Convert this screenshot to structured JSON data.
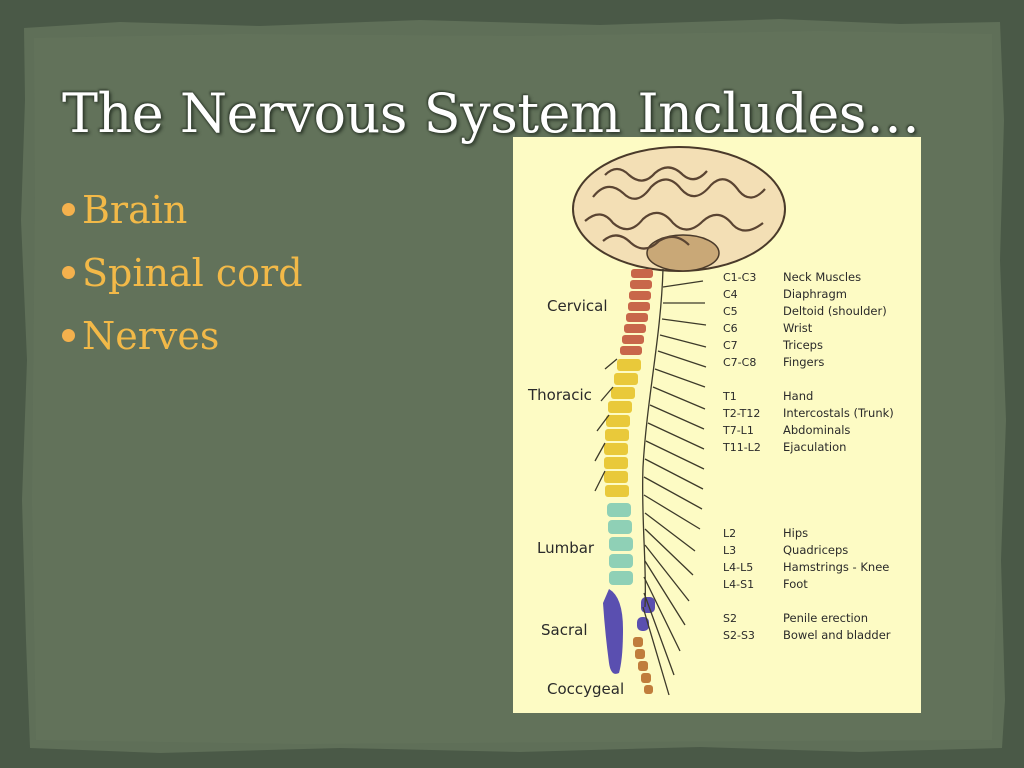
{
  "slide": {
    "title": "The Nervous System Includes…",
    "bullets": [
      "Brain",
      "Spinal cord",
      "Nerves"
    ]
  },
  "diagram": {
    "regions": [
      "Cervical",
      "Thoracic",
      "Lumbar",
      "Sacral",
      "Coccygeal"
    ],
    "innervation": [
      {
        "level": "C1-C3",
        "target": "Neck Muscles"
      },
      {
        "level": "C4",
        "target": "Diaphragm"
      },
      {
        "level": "C5",
        "target": "Deltoid (shoulder)"
      },
      {
        "level": "C6",
        "target": "Wrist"
      },
      {
        "level": "C7",
        "target": "Triceps"
      },
      {
        "level": "C7-C8",
        "target": "Fingers"
      },
      {
        "level": "T1",
        "target": "Hand"
      },
      {
        "level": "T2-T12",
        "target": "Intercostals (Trunk)"
      },
      {
        "level": "T7-L1",
        "target": "Abdominals"
      },
      {
        "level": "T11-L2",
        "target": "Ejaculation"
      },
      {
        "level": "L2",
        "target": "Hips"
      },
      {
        "level": "L3",
        "target": "Quadriceps"
      },
      {
        "level": "L4-L5",
        "target": "Hamstrings - Knee"
      },
      {
        "level": "L4-S1",
        "target": "Foot"
      },
      {
        "level": "S2",
        "target": "Penile erection"
      },
      {
        "level": "S2-S3",
        "target": "Bowel and bladder"
      }
    ]
  },
  "colors": {
    "background": "#5a6a53",
    "title": "#ffffff",
    "bullet_text": "#f2b948",
    "bullet_dot": "#f4b14d",
    "diagram_bg": "#fdfbc4",
    "cervical": "#c8674a",
    "thoracic": "#e9c93a",
    "lumbar": "#8fd0b6",
    "sacral": "#5a4fb0",
    "coccygeal": "#c07d3c"
  }
}
